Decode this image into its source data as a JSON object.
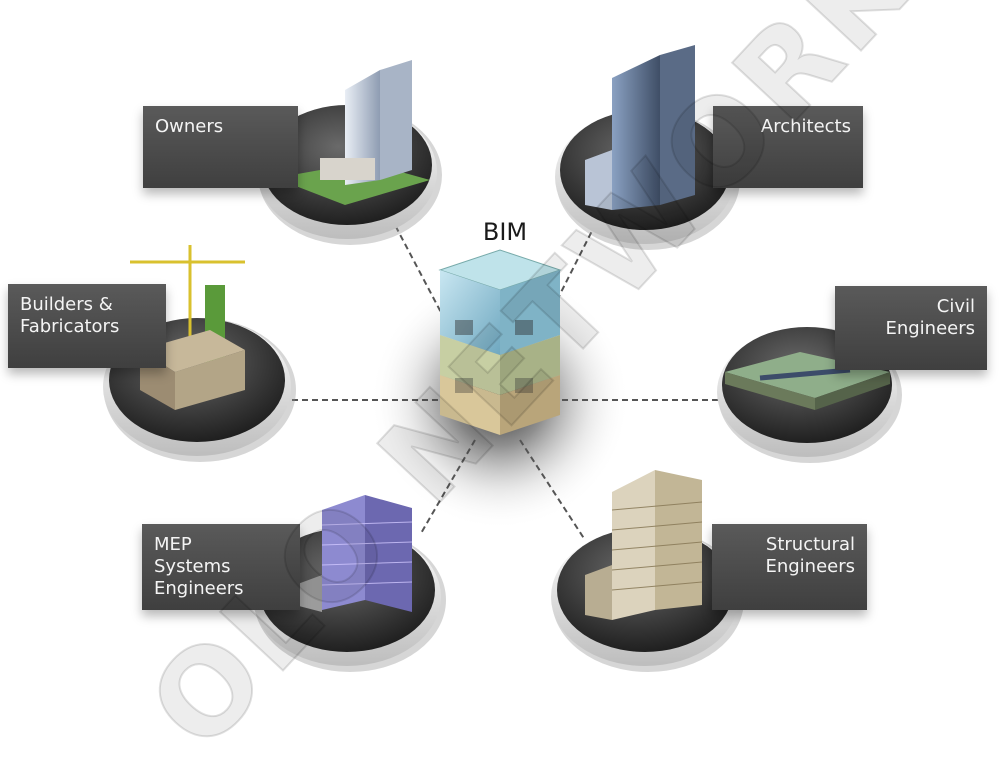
{
  "hub": {
    "title": "BIM"
  },
  "stakeholders": [
    {
      "id": "owners",
      "lines": [
        "Owners"
      ]
    },
    {
      "id": "architects",
      "lines": [
        "Architects"
      ]
    },
    {
      "id": "builders",
      "lines": [
        "Builders &",
        "Fabricators"
      ]
    },
    {
      "id": "civil",
      "lines": [
        "Civil",
        "Engineers"
      ]
    },
    {
      "id": "mep",
      "lines": [
        "MEP",
        "Systems",
        "Engineers"
      ]
    },
    {
      "id": "structural",
      "lines": [
        "Structural",
        "Engineers"
      ]
    }
  ],
  "watermark": "OLO NETWORK"
}
